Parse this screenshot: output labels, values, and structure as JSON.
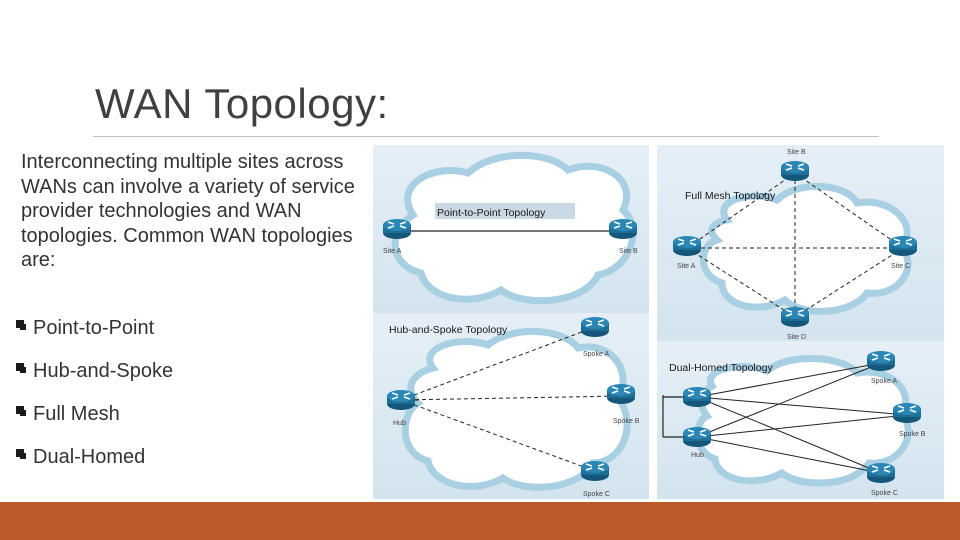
{
  "slide": {
    "title": "WAN Topology:",
    "intro": "Interconnecting multiple sites across WANs can involve a variety of service provider technologies and WAN topologies. Common WAN topologies are:",
    "bullets": [
      "Point-to-Point",
      "Hub-and-Spoke",
      "Full Mesh",
      "Dual-Homed"
    ]
  },
  "diagrams": {
    "point_to_point": {
      "title": "Point-to-Point Topology",
      "site_a": "Site A",
      "site_b": "Site B"
    },
    "hub_spoke": {
      "title": "Hub-and-Spoke Topology",
      "hub": "Hub",
      "spoke_a": "Spoke A",
      "spoke_b": "Spoke B",
      "spoke_c": "Spoke C"
    },
    "full_mesh": {
      "title": "Full Mesh Topology",
      "site_a": "Site A",
      "site_b": "Site B",
      "site_c": "Site C",
      "site_d": "Site D"
    },
    "dual_homed": {
      "title": "Dual-Homed Topology",
      "hub": "Hub",
      "spoke_a": "Spoke A",
      "spoke_b": "Spoke B",
      "spoke_c": "Spoke C"
    }
  },
  "colors": {
    "accent": "#be5a2a",
    "router": "#1e6e96",
    "cloud_outline": "#a9cfe3",
    "panel_bg": "#dde9f2"
  }
}
